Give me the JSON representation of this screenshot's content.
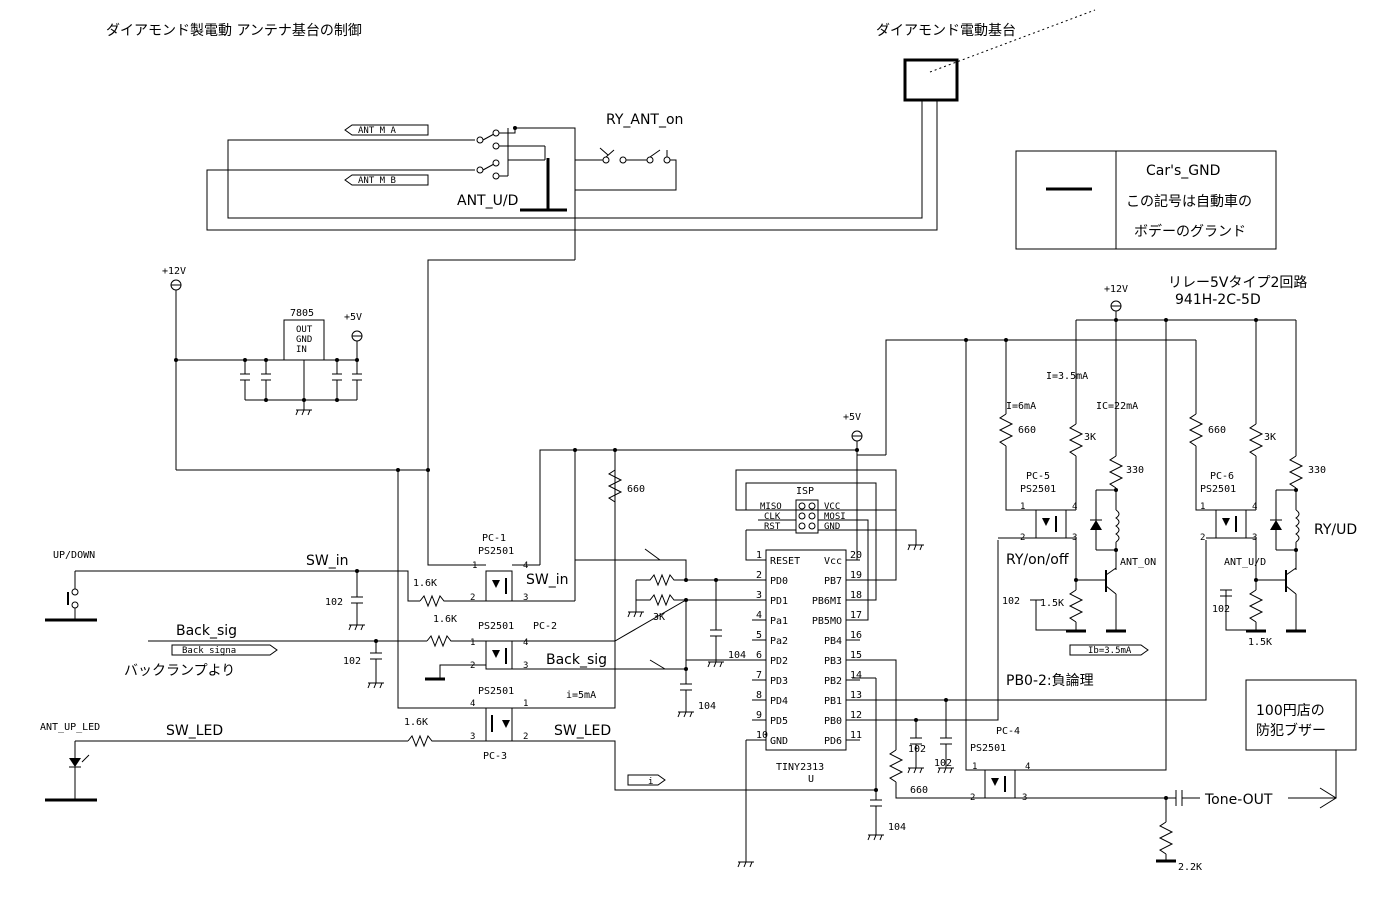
{
  "title": "ダイアモンド製電動 アンテナ基台の制御",
  "base_label": "ダイアモンド電動基台",
  "legend": {
    "title": "Car's_GND",
    "line1": "この記号は自動車の",
    "line2": "ボデーのグランド"
  },
  "relay_note": {
    "line1": "リレー5Vタイプ2回路",
    "line2": "941H-2C-5D"
  },
  "ports": {
    "ant_m_a": "ANT_M_A",
    "ant_m_b": "ANT_M_B",
    "back_signa": "Back_signa",
    "i": "i"
  },
  "labels": {
    "ry_ant_on": "RY_ANT_on",
    "ant_ud": "ANT_U/D",
    "p12v_a": "+12V",
    "p12v_b": "+12V",
    "p5v_a": "+5V",
    "p5v_b": "+5V",
    "reg": "7805",
    "reg_pins": "OUT\nGND\nIN",
    "up_down": "UP/DOWN",
    "sw_in": "SW_in",
    "sw_in2": "SW_in",
    "back_sig": "Back_sig",
    "back_sig2": "Back_sig",
    "backlamp": "バックランプより",
    "ant_up_led": "ANT_UP_LED",
    "sw_led": "SW_LED",
    "sw_led2": "SW_LED",
    "i5ma": "i=5mA",
    "pc1": "PC-1",
    "pc2": "PC-2",
    "pc3": "PC-3",
    "pc4": "PC-4",
    "pc5": "PC-5",
    "pc6": "PC-6",
    "ps2501": "PS2501",
    "isp": "ISP",
    "miso": "MISO",
    "clk": "CLK",
    "rst": "RST",
    "vcc_isp": "VCC",
    "mosi": "MOSI",
    "gnd_isp": "GND",
    "mcu": "TINY2313",
    "mcu_u": "U",
    "r1k6": "1.6K",
    "r660": "660",
    "r3k": "3K",
    "r330": "330",
    "r1k5": "1.5K",
    "r2k2": "2.2K",
    "c102": "102",
    "c104": "104",
    "i3_5ma": "I=3.5mA",
    "i6ma": "I=6mA",
    "ic22ma": "IC=22mA",
    "ib3_5ma": "Ib=3.5mA",
    "ry_onoff": "RY/on/off",
    "ry_ud": "RY/UD",
    "ant_on": "ANT_ON",
    "ant_ud2": "ANT_U/D",
    "pb_neg": "PB0-2:負論理",
    "buzzer1": "100円店の",
    "buzzer2": "防犯ブザー",
    "tone_out": "Tone-OUT"
  },
  "mcu_left_pins": [
    {
      "num": "1",
      "name": "RESET"
    },
    {
      "num": "2",
      "name": "PD0"
    },
    {
      "num": "3",
      "name": "PD1"
    },
    {
      "num": "4",
      "name": "Pa1"
    },
    {
      "num": "5",
      "name": "Pa2"
    },
    {
      "num": "6",
      "name": "PD2"
    },
    {
      "num": "7",
      "name": "PD3"
    },
    {
      "num": "8",
      "name": "PD4"
    },
    {
      "num": "9",
      "name": "PD5"
    },
    {
      "num": "10",
      "name": "GND"
    }
  ],
  "mcu_right_pins": [
    {
      "num": "20",
      "name": "Vcc"
    },
    {
      "num": "19",
      "name": "PB7"
    },
    {
      "num": "18",
      "name": "PB6MI"
    },
    {
      "num": "17",
      "name": "PB5MO"
    },
    {
      "num": "16",
      "name": "PB4"
    },
    {
      "num": "15",
      "name": "PB3"
    },
    {
      "num": "14",
      "name": "PB2"
    },
    {
      "num": "13",
      "name": "PB1"
    },
    {
      "num": "12",
      "name": "PB0"
    },
    {
      "num": "11",
      "name": "PD6"
    }
  ]
}
